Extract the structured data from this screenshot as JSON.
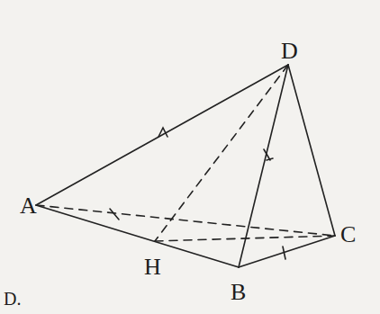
{
  "diagram": {
    "labels": [
      "D",
      "A",
      "H",
      "B",
      "C",
      "D."
    ]
  }
}
